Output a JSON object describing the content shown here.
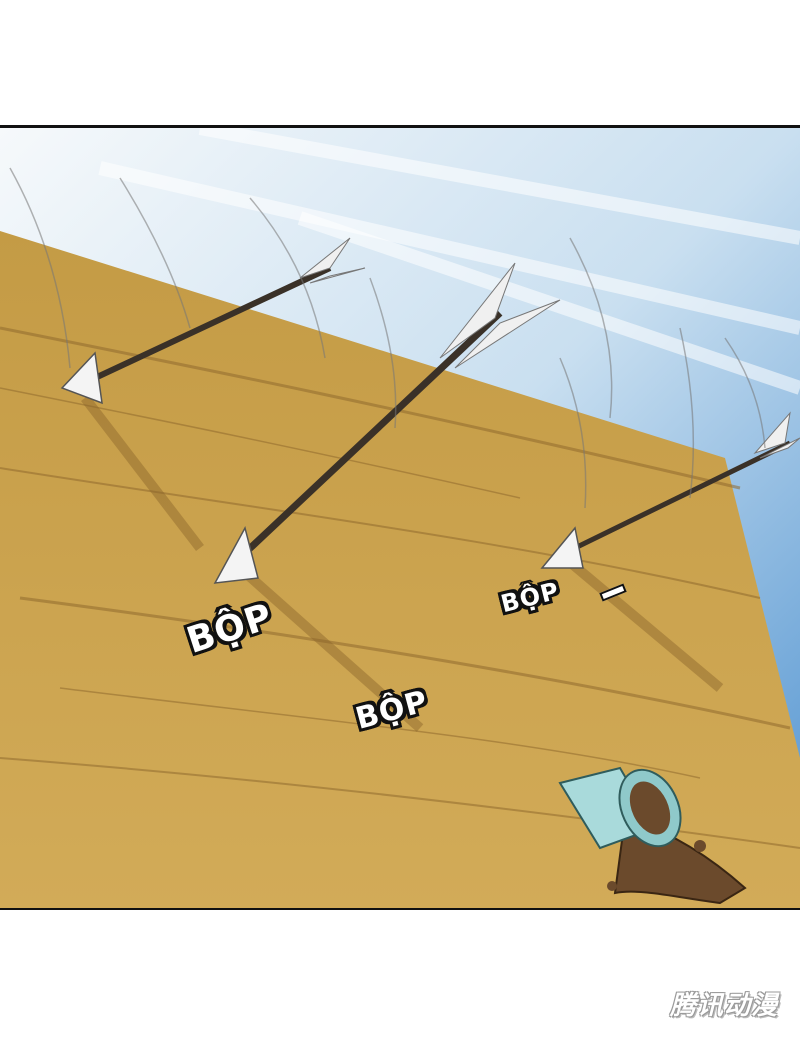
{
  "sfx": {
    "bop_large": "BỘP",
    "bop_medium": "BỘP",
    "bop_small": "BỘP"
  },
  "watermark": "腾讯动漫",
  "colors": {
    "sky_top": "#f4f8fb",
    "sky_bottom": "#5f9ed6",
    "wood": "#c8a14b",
    "wood_dark": "#9a7532",
    "arrow_shaft": "#3a3128",
    "cup": "#a9dadb",
    "coffee": "#6b4a2c"
  }
}
